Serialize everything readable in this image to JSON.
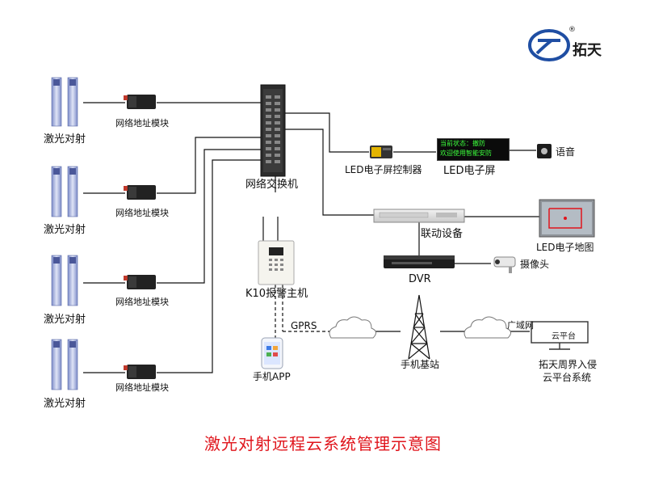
{
  "brand": {
    "name": "拓天",
    "registered": "®"
  },
  "title": "激光对射远程云系统管理示意图",
  "beams": [
    {
      "label": "激光对射"
    },
    {
      "label": "激光对射"
    },
    {
      "label": "激光对射"
    },
    {
      "label": "激光对射"
    }
  ],
  "modules": [
    {
      "label": "网络地址模块"
    },
    {
      "label": "网络地址模块"
    },
    {
      "label": "网络地址模块"
    },
    {
      "label": "网络地址模块"
    }
  ],
  "switch": {
    "label": "网络交换机"
  },
  "led_controller": {
    "label": "LED电子屏控制器"
  },
  "led_screen": {
    "label": "LED电子屏",
    "line1": "当前状态：撤防",
    "line2": "欢迎使用智能安防"
  },
  "speaker": {
    "label": "语音"
  },
  "linkage": {
    "label": "联动设备"
  },
  "led_map": {
    "label": "LED电子地图"
  },
  "dvr": {
    "label": "DVR"
  },
  "camera": {
    "label": "摄像头"
  },
  "alarm_host": {
    "label": "K10报警主机"
  },
  "gprs": {
    "label": "GPRS"
  },
  "phone_app": {
    "label": "手机APP"
  },
  "base_station": {
    "label": "手机基站"
  },
  "wan": {
    "label": "广域网"
  },
  "cloud_platform": {
    "screen_label": "云平台",
    "label_line1": "拓天周界入侵",
    "label_line2": "云平台系统"
  },
  "colors": {
    "title": "#e0151c",
    "beam": "#b8c2e6",
    "beam_dark": "#5a6aa8",
    "line": "#111111",
    "led_text": "#3cff3c"
  }
}
